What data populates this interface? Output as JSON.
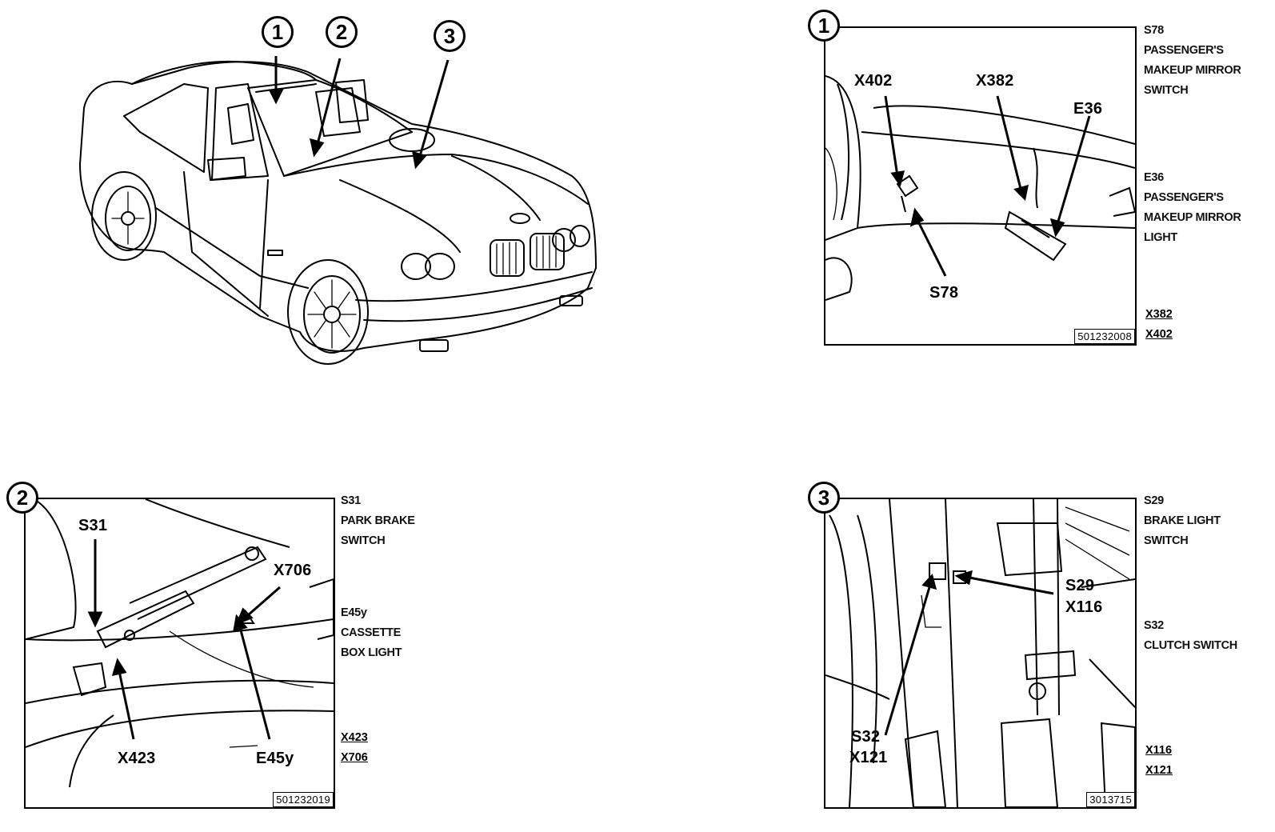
{
  "overview": {
    "callouts": [
      "1",
      "2",
      "3"
    ]
  },
  "panel1": {
    "number": "1",
    "labels": {
      "x402": "X402",
      "x382": "X382",
      "e36": "E36",
      "s78": "S78"
    },
    "side": [
      {
        "code": "S78",
        "lines": [
          "PASSENGER'S",
          "MAKEUP MIRROR",
          "SWITCH"
        ]
      },
      {
        "code": "E36",
        "lines": [
          "PASSENGER'S",
          "MAKEUP MIRROR",
          "LIGHT"
        ]
      }
    ],
    "connectors": [
      "X382",
      "X402"
    ],
    "ref": "501232008"
  },
  "panel2": {
    "number": "2",
    "labels": {
      "s31": "S31",
      "x706": "X706",
      "x423": "X423",
      "e45y": "E45y"
    },
    "side": [
      {
        "code": "S31",
        "lines": [
          "PARK BRAKE",
          "SWITCH"
        ]
      },
      {
        "code": "E45y",
        "lines": [
          "CASSETTE",
          "BOX LIGHT"
        ]
      }
    ],
    "connectors": [
      "X423",
      "X706"
    ],
    "ref": "501232019"
  },
  "panel3": {
    "number": "3",
    "labels": {
      "s29": "S29",
      "x116": "X116",
      "s32": "S32",
      "x121": "X121"
    },
    "side": [
      {
        "code": "S29",
        "lines": [
          "BRAKE LIGHT",
          "SWITCH"
        ]
      },
      {
        "code": "S32",
        "lines": [
          "CLUTCH SWITCH"
        ]
      }
    ],
    "connectors": [
      "X116",
      "X121"
    ],
    "ref": "3013715"
  }
}
